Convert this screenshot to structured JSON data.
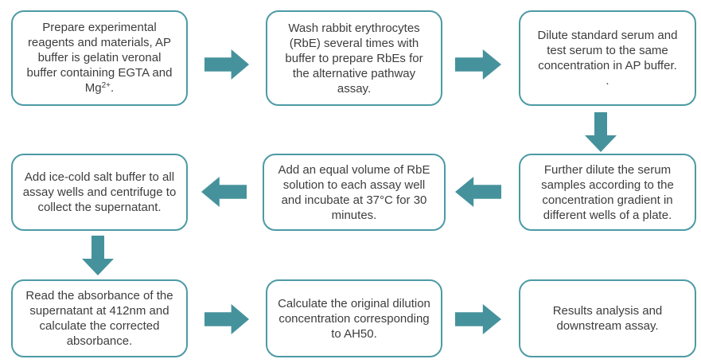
{
  "colors": {
    "arrow": "#45929c",
    "box_border": "#4c9aa5",
    "text": "#3d3d3d",
    "background": "#ffffff"
  },
  "steps": [
    {
      "id": 1,
      "text": "Prepare experimental reagents and materials, AP buffer is gelatin veronal buffer containing EGTA and Mg",
      "sup": "2+",
      "tail": "."
    },
    {
      "id": 2,
      "text": "Wash rabbit erythrocytes (RbE) several times with buffer to prepare RbEs for the alternative pathway assay."
    },
    {
      "id": 3,
      "text": "Dilute standard serum and test serum to the same concentration in AP buffer.\n."
    },
    {
      "id": 4,
      "text": "Further dilute the serum samples according to the concentration gradient in different wells of a plate."
    },
    {
      "id": 5,
      "text": "Add an equal volume of RbE solution to each assay well and incubate at 37°C for 30 minutes."
    },
    {
      "id": 6,
      "text": "Add ice-cold salt buffer to all assay wells and centrifuge to collect the supernatant."
    },
    {
      "id": 7,
      "text": "Read the absorbance of the supernatant at 412nm and calculate the corrected absorbance."
    },
    {
      "id": 8,
      "text": "Calculate the original dilution concentration corresponding to AH50."
    },
    {
      "id": 9,
      "text": "Results analysis and downstream assay."
    }
  ],
  "connections": [
    {
      "from": 1,
      "to": 2,
      "direction": "right"
    },
    {
      "from": 2,
      "to": 3,
      "direction": "right"
    },
    {
      "from": 3,
      "to": 4,
      "direction": "down"
    },
    {
      "from": 4,
      "to": 5,
      "direction": "left"
    },
    {
      "from": 5,
      "to": 6,
      "direction": "left"
    },
    {
      "from": 6,
      "to": 7,
      "direction": "down"
    },
    {
      "from": 7,
      "to": 8,
      "direction": "right"
    },
    {
      "from": 8,
      "to": 9,
      "direction": "right"
    }
  ]
}
